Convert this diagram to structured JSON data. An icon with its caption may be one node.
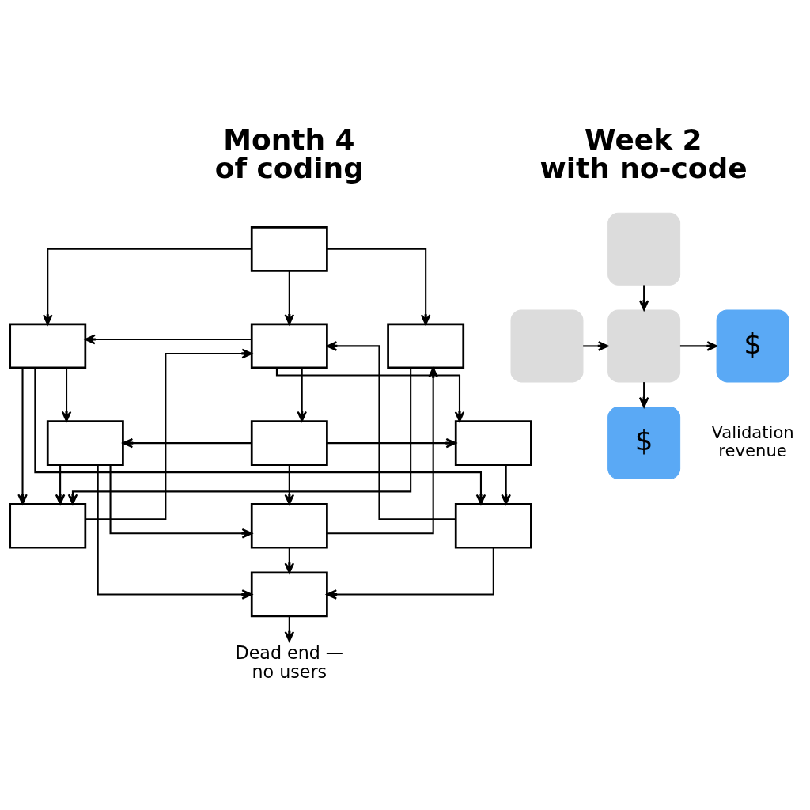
{
  "diagram": {
    "nodes": [
      {
        "text": [],
        "shape": "box"
      },
      {
        "text": [],
        "shape": "box"
      },
      {
        "text": [],
        "shape": "box"
      },
      {
        "text": [],
        "shape": "box"
      },
      {
        "text": [],
        "shape": "box"
      },
      {
        "text": [],
        "shape": "box"
      },
      {
        "text": [],
        "shape": "box"
      },
      {
        "text": [],
        "shape": "box"
      },
      {
        "text": [],
        "shape": "box"
      },
      {
        "text": [],
        "shape": "box"
      },
      {
        "text": [],
        "shape": "box"
      },
      {
        "text": [
          "Dead end — no users"
        ]
      },
      {
        "text": [],
        "shape": "box"
      },
      {
        "text": [],
        "shape": "box"
      },
      {
        "text": [],
        "shape": "box"
      },
      {
        "text": [
          "$"
        ],
        "beside": [
          "Validation revenue"
        ]
      },
      {
        "text": [
          "$"
        ]
      }
    ],
    "edges": [
      {
        "from": 0,
        "to": 1,
        "arrow": "to"
      },
      {
        "from": 0,
        "to": 2,
        "arrow": "to"
      },
      {
        "from": 0,
        "to": 3,
        "arrow": "to"
      },
      {
        "from": 1,
        "to": 4,
        "arrow": "to"
      },
      {
        "from": 1,
        "to": 7,
        "arrow": "to"
      },
      {
        "from": 1,
        "to": 9,
        "arrow": "to"
      },
      {
        "from": 2,
        "to": 1,
        "arrow": "to"
      },
      {
        "from": 2,
        "to": 5,
        "arrow": "to"
      },
      {
        "from": 2,
        "to": 6,
        "arrow": "to"
      },
      {
        "from": 3,
        "to": 7,
        "arrow": "to"
      },
      {
        "from": 5,
        "to": 4,
        "arrow": "to"
      },
      {
        "from": 5,
        "to": 6,
        "arrow": "to"
      },
      {
        "from": 5,
        "to": 8,
        "arrow": "to"
      },
      {
        "from": 4,
        "to": 7,
        "arrow": "to"
      },
      {
        "from": 4,
        "to": 8,
        "arrow": "to"
      },
      {
        "from": 4,
        "to": 10,
        "arrow": "to"
      },
      {
        "from": 6,
        "to": 9,
        "arrow": "to"
      },
      {
        "from": 7,
        "to": 2,
        "arrow": "to"
      },
      {
        "from": 8,
        "to": 3,
        "arrow": "to"
      },
      {
        "from": 9,
        "to": 2,
        "arrow": "to"
      },
      {
        "from": 8,
        "to": 10,
        "arrow": "to"
      },
      {
        "from": 9,
        "to": 10,
        "arrow": "to"
      },
      {
        "from": 10,
        "to": 11,
        "arrow": "to"
      },
      {
        "from": 12,
        "to": 14,
        "arrow": "to"
      },
      {
        "from": 13,
        "to": 14,
        "arrow": "to"
      },
      {
        "from": 14,
        "to": 15,
        "arrow": "to"
      },
      {
        "from": 14,
        "to": 16,
        "arrow": "to"
      }
    ],
    "labels": [
      "Month 4 of coding",
      "Week 2 with no-code"
    ]
  }
}
